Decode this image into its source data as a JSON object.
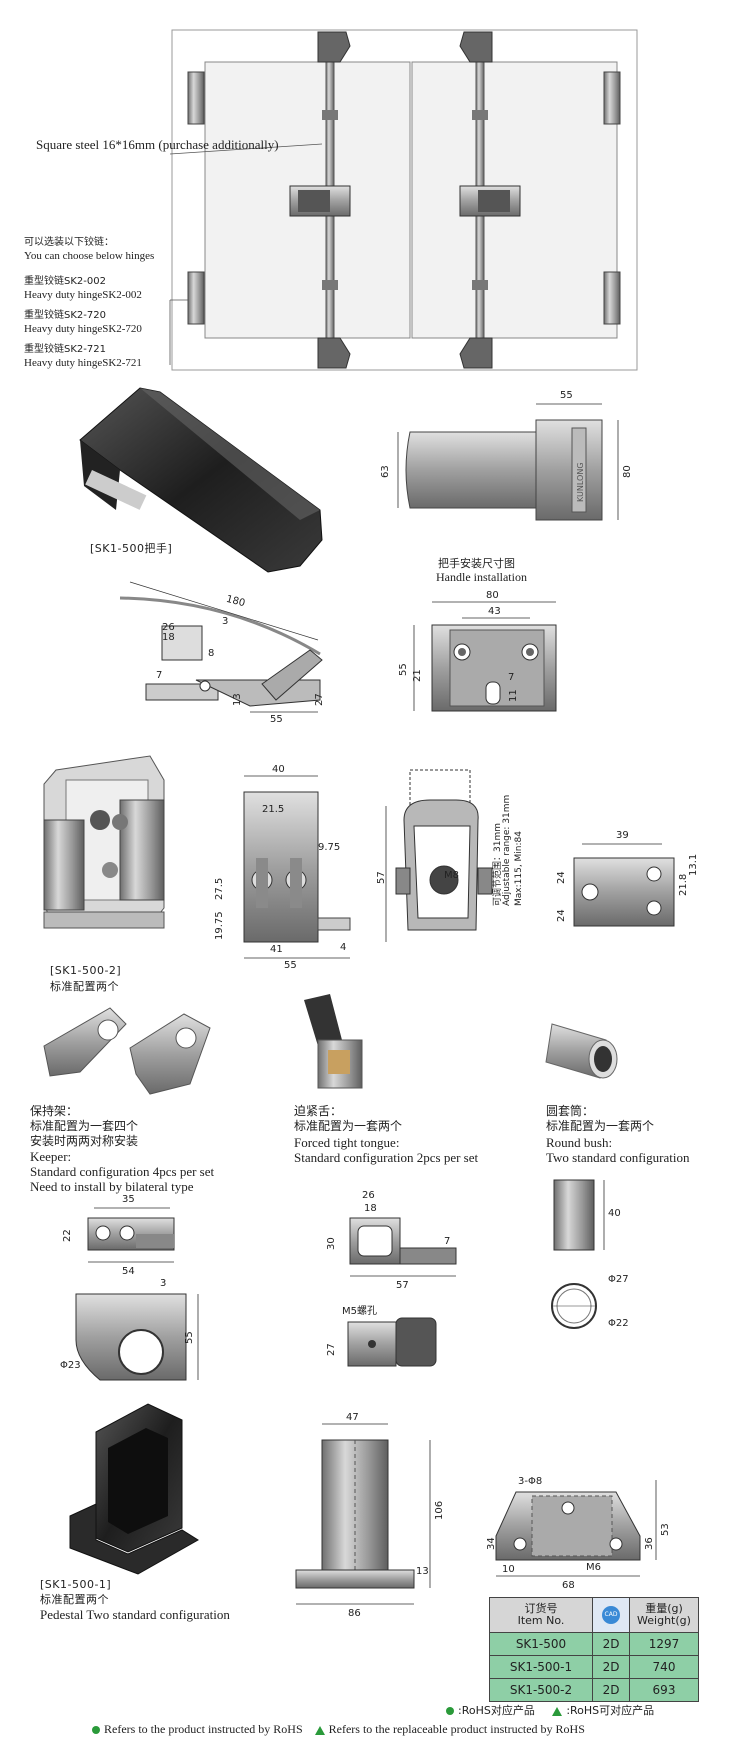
{
  "top": {
    "square_steel": "Square steel 16*16mm (purchase additionally)",
    "hinge_choose_cn": "可以选装以下铰链：",
    "hinge_choose_en": "You can choose below hinges",
    "hinges": [
      {
        "cn": "重型铰链SK2-002",
        "en": "Heavy duty hingeSK2-002"
      },
      {
        "cn": "重型铰链SK2-720",
        "en": "Heavy duty hingeSK2-720"
      },
      {
        "cn": "重型铰链SK2-721",
        "en": "Heavy duty hingeSK2-721"
      }
    ]
  },
  "handle": {
    "caption": "[SK1-500把手]",
    "brand": "KUNLONG",
    "dims_side": {
      "d180": "180",
      "d3": "3",
      "d26": "26",
      "d18": "18",
      "d8": "8",
      "d7": "7",
      "d13": "13",
      "d27": "27",
      "d55": "55"
    },
    "dims_top": {
      "w55": "55",
      "h63": "63",
      "h80": "80"
    },
    "install_title_cn": "把手安装尺寸图",
    "install_title_en": "Handle installation",
    "dims_install": {
      "w80": "80",
      "w43": "43",
      "h55": "55",
      "h21": "21",
      "d7": "7",
      "d11": "11"
    }
  },
  "latch": {
    "caption_code": "[SK1-500-2]",
    "caption_cn": "标准配置两个",
    "dims_front": {
      "w40": "40",
      "d21_5": "21.5",
      "d9_75": "9.75",
      "d27_5": "27.5",
      "d19_75": "19.75",
      "w41": "41",
      "w55": "55",
      "d4": "4"
    },
    "dims_side": {
      "h57": "57",
      "m8": "M8",
      "adj_cn": "可调节范围：31mm",
      "adj_en": "Adjustable range: 31mm",
      "max_min": "Max:115, Min:84"
    },
    "dims_bottom": {
      "w39": "39",
      "h24a": "24",
      "h24b": "24",
      "d21_8": "21.8",
      "d13_1": "13.1"
    }
  },
  "keeper": {
    "title_cn": "保持架：",
    "line1_cn": "标准配置为一套四个",
    "line2_cn": "安装时两两对称安装",
    "title_en": "Keeper:",
    "line1_en": "Standard configuration 4pcs per set",
    "line2_en": "Need to install by bilateral type",
    "dims": {
      "w35": "35",
      "h22": "22",
      "w54": "54",
      "d3": "3",
      "h55": "55",
      "phi23": "Φ23"
    }
  },
  "tongue": {
    "title_cn": "迫紧舌：",
    "line1_cn": "标准配置为一套两个",
    "title_en": "Forced tight tongue:",
    "line1_en": "Standard configuration 2pcs per set",
    "dims": {
      "w26": "26",
      "w18": "18",
      "h30": "30",
      "d7": "7",
      "w57": "57",
      "m5": "M5螺孔",
      "h27": "27"
    }
  },
  "bush": {
    "title_cn": "圆套筒：",
    "line1_cn": "标准配置为一套两个",
    "title_en": "Round bush:",
    "line1_en": "Two standard configuration",
    "dims": {
      "h40": "40",
      "phi27": "Φ27",
      "phi22": "Φ22"
    }
  },
  "pedestal": {
    "caption_code": "[SK1-500-1]",
    "caption_cn": "标准配置两个",
    "caption_en": "Pedestal Two standard  configuration",
    "dims_front": {
      "w47": "47",
      "h106": "106",
      "d13": "13",
      "w86": "86"
    },
    "dims_top": {
      "holes": "3-Φ8",
      "h34": "34",
      "h36": "36",
      "h53": "53",
      "d10": "10",
      "w68": "68",
      "m6": "M6"
    }
  },
  "table": {
    "headers": {
      "item_cn": "订货号",
      "item_en": "Item No.",
      "cad": "CAD",
      "weight_cn": "重量(g)",
      "weight_en": "Weight(g)"
    },
    "rows": [
      {
        "item": "SK1-500",
        "cad": "2D",
        "weight": "1297"
      },
      {
        "item": "SK1-500-1",
        "cad": "2D",
        "weight": "740"
      },
      {
        "item": "SK1-500-2",
        "cad": "2D",
        "weight": "693"
      }
    ]
  },
  "legend": {
    "rohs_cn": ":RoHS对应产品",
    "rohs_alt_cn": ":RoHS可对应产品",
    "rohs_en": "Refers to the product instructed by RoHS",
    "rohs_alt_en": "Refers to the replaceable product instructed by RoHS"
  },
  "colors": {
    "rohs_green": "#2a9a3a",
    "table_row": "#8ecfa6",
    "table_head": "#d6d6d6",
    "metal": "#9a9a9a",
    "dark": "#2a2a2a"
  }
}
